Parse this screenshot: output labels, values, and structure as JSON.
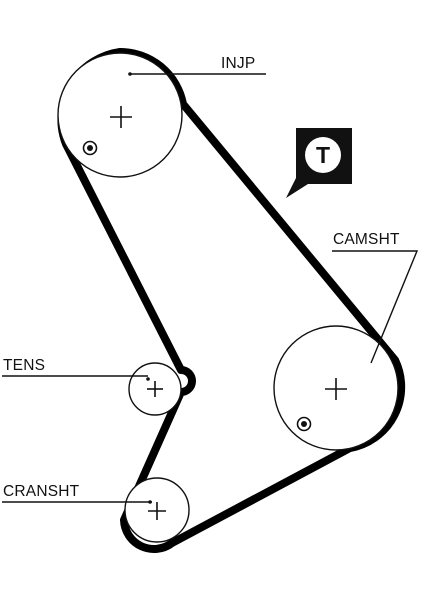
{
  "diagram": {
    "labels": {
      "injp": "INJP",
      "camsht": "CAMSHT",
      "tens": "TENS",
      "cransht": "CRANSHT"
    },
    "tension_badge": {
      "letter": "T",
      "icon": "tension-callout-icon"
    },
    "colors": {
      "belt": "#000000",
      "line": "#111111",
      "background": "#ffffff"
    }
  }
}
